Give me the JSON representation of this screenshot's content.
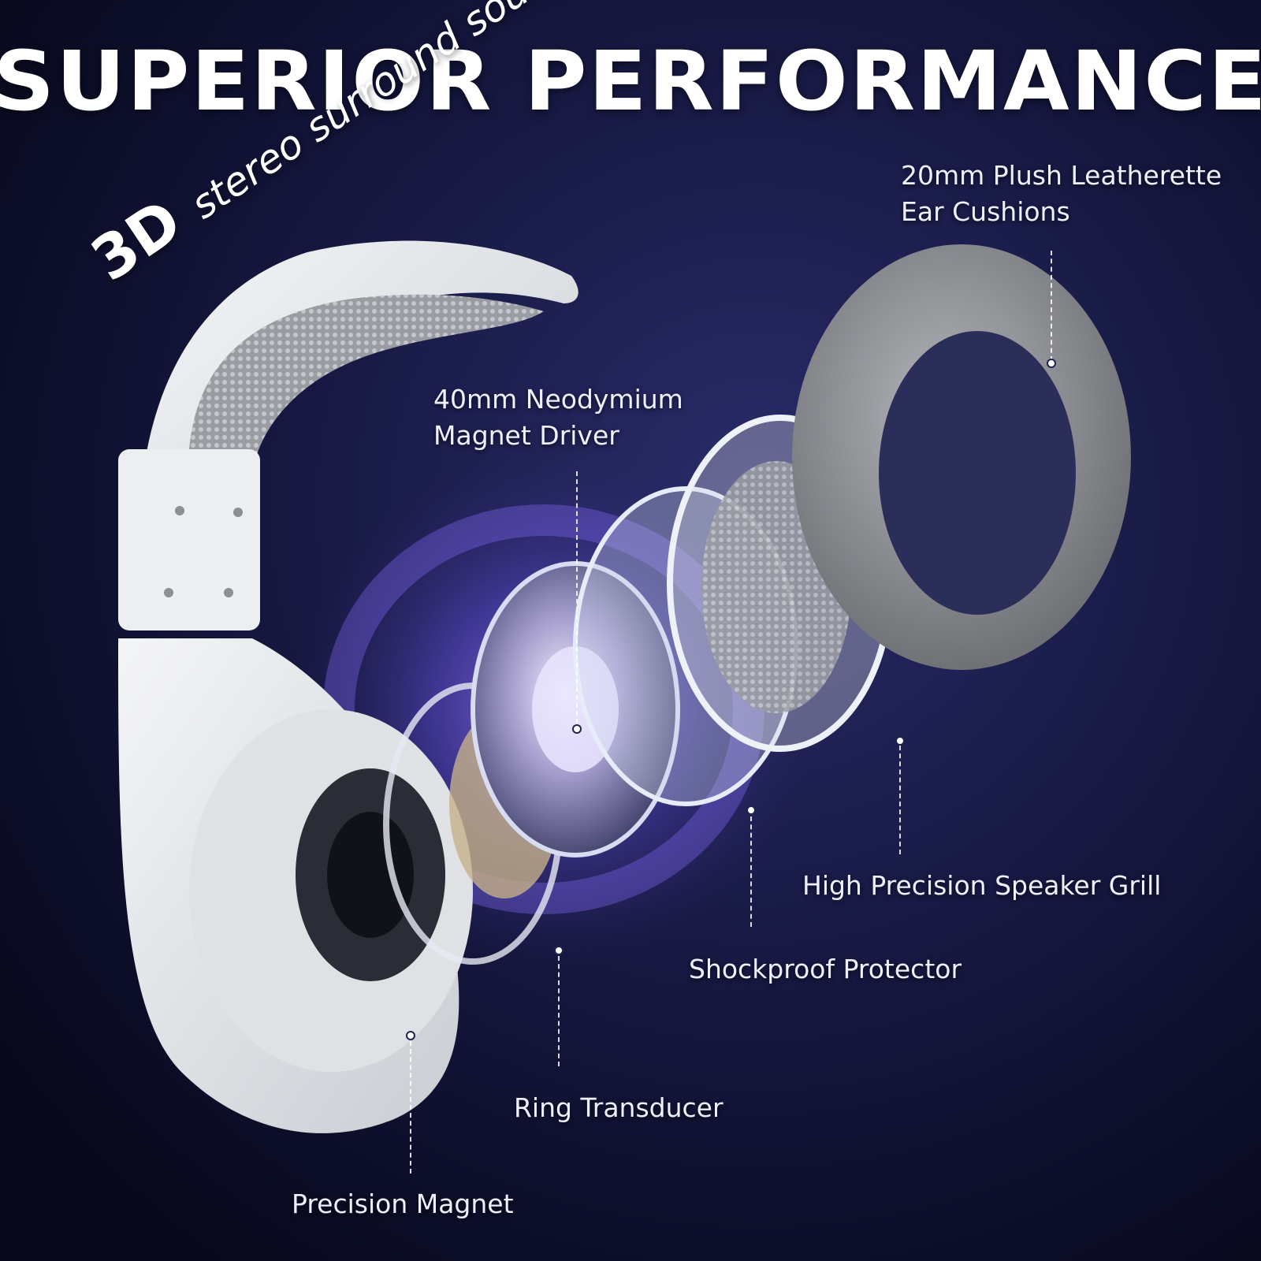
{
  "title": "SUPERIOR PERFORMANCE",
  "tagline": {
    "badge": "3D",
    "text": "stereo surround sound"
  },
  "callouts": {
    "ear_cushions": {
      "line1": "20mm Plush Leatherette",
      "line2": "Ear Cushions"
    },
    "driver": {
      "line1": "40mm Neodymium",
      "line2": "Magnet Driver"
    },
    "speaker_grill": "High Precision Speaker Grill",
    "shockproof_protector": "Shockproof Protector",
    "ring_transducer": "Ring Transducer",
    "precision_magnet": "Precision Magnet"
  },
  "colors": {
    "background": "#0b0d26",
    "shell": "#e9ebee",
    "cushion": "#8d8f94",
    "glow_purple": "#9b5cff",
    "glow_blue": "#4e7dff",
    "text": "#ffffff"
  }
}
